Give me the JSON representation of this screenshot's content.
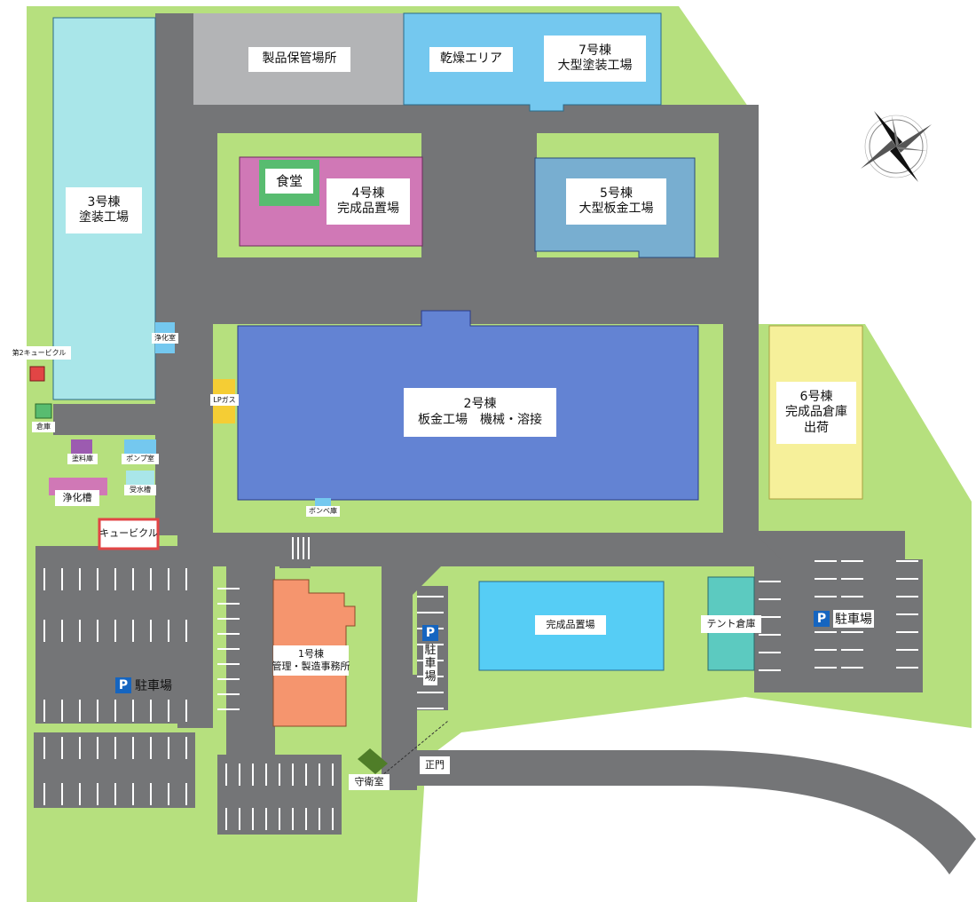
{
  "colors": {
    "grass": "#b6e07e",
    "road": "#747577",
    "building_3": "#a9e6e9",
    "storage_gray": "#b3b4b6",
    "building_7": "#74c8ef",
    "building_4": "#d078b6",
    "canteen": "#58bc70",
    "building_5": "#78aed0",
    "building_2": "#6383d3",
    "building_6": "#f6f09a",
    "building_1": "#f5956e",
    "finished_yard": "#56cdf5",
    "tent_warehouse": "#5ccac0",
    "lp_gas": "#f5cd34",
    "kyubikuru_red": "#e24545",
    "parking_blue": "#1565c0",
    "guardhouse": "#4f7d28"
  },
  "icons": {
    "parking": "parking-icon",
    "compass": "compass-rose-icon"
  },
  "labels": {
    "b3": [
      "3号棟",
      "塗装工場"
    ],
    "storage": [
      "製品保管場所"
    ],
    "drying": [
      "乾燥エリア"
    ],
    "b7": [
      "7号棟",
      "大型塗装工場"
    ],
    "canteen": [
      "食堂"
    ],
    "b4": [
      "4号棟",
      "完成品置場"
    ],
    "b5": [
      "5号棟",
      "大型板金工場"
    ],
    "jokashitsu": [
      "浄化室"
    ],
    "cubicle2": [
      "第2キュービクル"
    ],
    "lpgas": [
      "LPガス"
    ],
    "b2": [
      "2号棟",
      "板金工場　機械・溶接"
    ],
    "b6": [
      "6号棟",
      "完成品倉庫",
      "出荷"
    ],
    "soko": [
      "倉庫"
    ],
    "toryo": [
      "塗料庫"
    ],
    "pump": [
      "ポンプ室"
    ],
    "jukaso": [
      "受水槽"
    ],
    "jokaso": [
      "浄化槽"
    ],
    "bombe": [
      "ボンベ庫"
    ],
    "cubicle": [
      "キュービクル"
    ],
    "b1": [
      "1号棟",
      "管理・製造事務所"
    ],
    "yard": [
      "完成品置場"
    ],
    "tent": [
      "テント倉庫"
    ],
    "seimon": [
      "正門"
    ],
    "guard": [
      "守衛室"
    ]
  },
  "parking": {
    "badge": "P",
    "left": "駐車場",
    "right": "駐車場",
    "center_vertical": [
      "駐",
      "車",
      "場"
    ]
  }
}
